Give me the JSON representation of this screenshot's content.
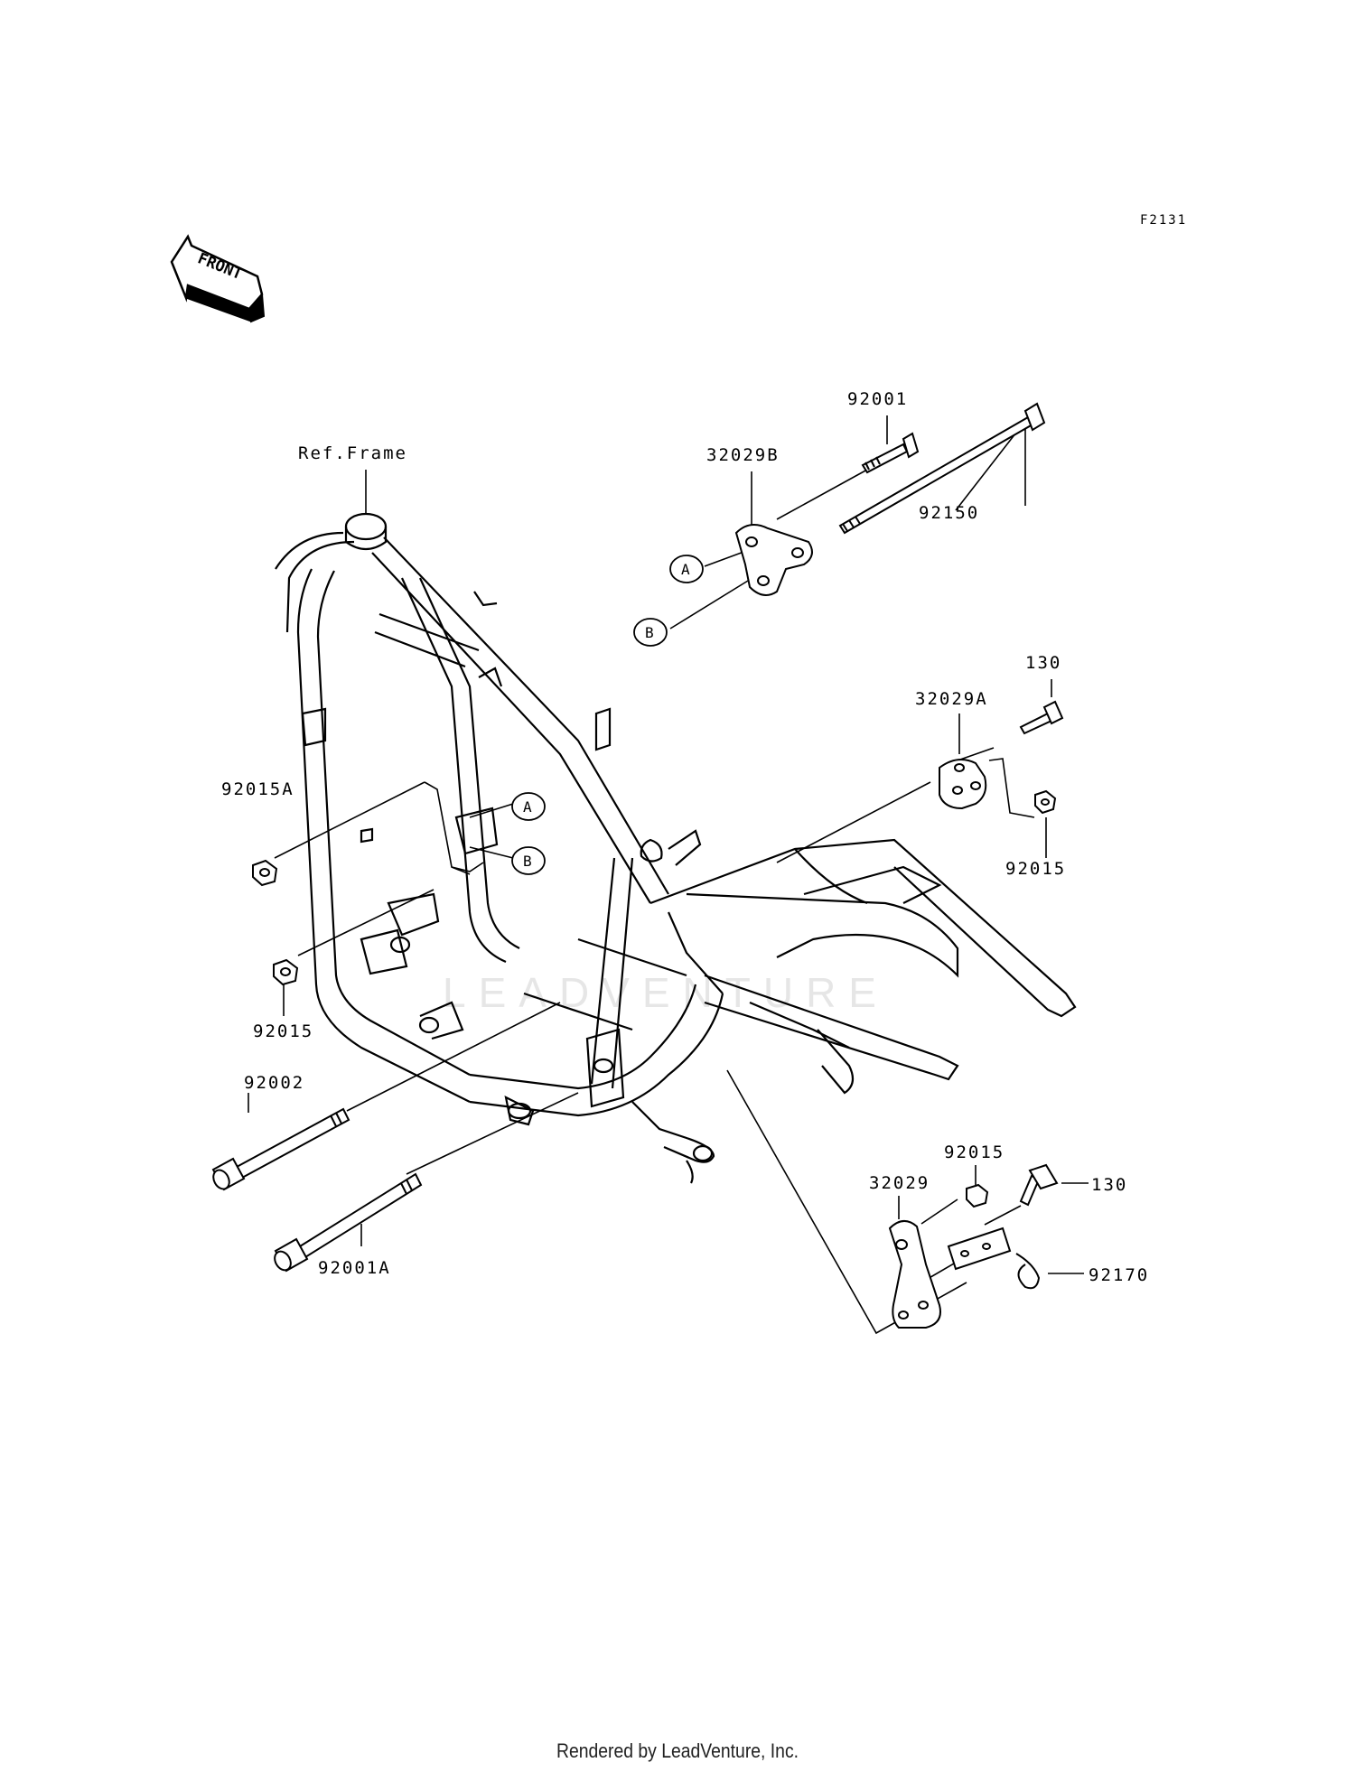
{
  "diagram_code": "F2131",
  "front_label": "FRONT",
  "watermark": "LEADVENTURE",
  "footer": "Rendered by LeadVenture, Inc.",
  "callouts": {
    "ref_frame": "Ref.Frame",
    "p92001": "92001",
    "p32029B": "32029B",
    "p92150": "92150",
    "p130_top": "130",
    "p32029A": "32029A",
    "p92015_right": "92015",
    "p92015A": "92015A",
    "p92015_left": "92015",
    "p92002": "92002",
    "p92001A": "92001A",
    "p92015_bottom": "92015",
    "p32029": "32029",
    "p130_bottom": "130",
    "p92170": "92170"
  },
  "markers": {
    "a_top": "A",
    "b_top": "B",
    "a_frame": "A",
    "b_frame": "B"
  }
}
